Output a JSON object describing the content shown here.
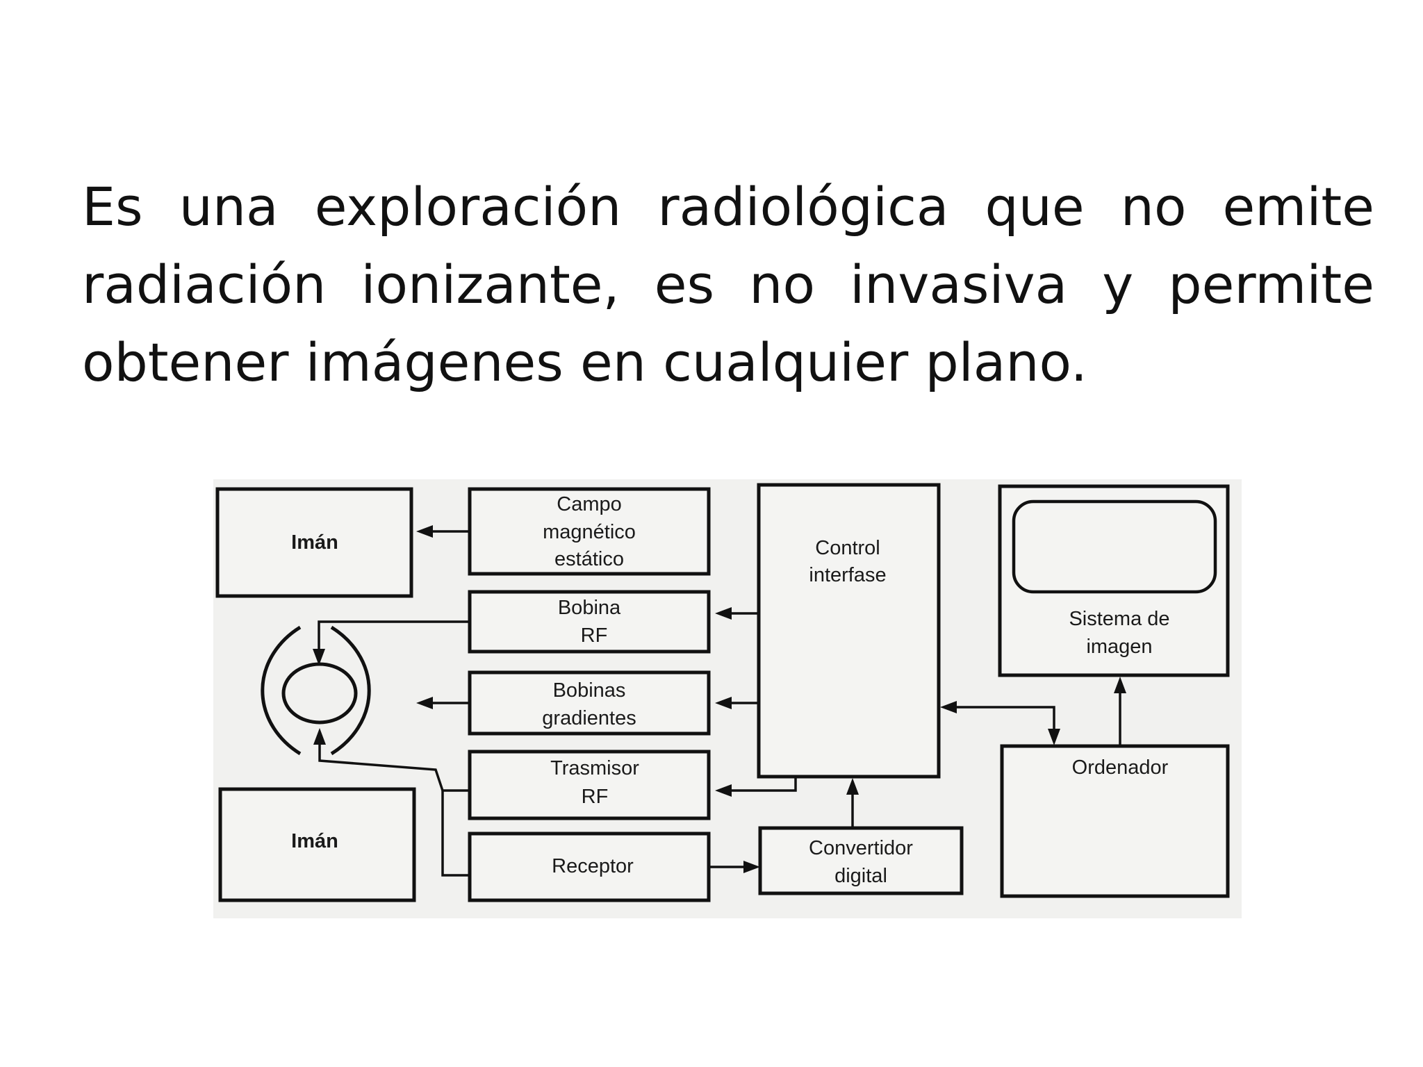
{
  "slide": {
    "paragraph": "Es una exploración radiológica que no emite radiación ionizante, es no invasiva y permite obtener imágenes en cualquier plano."
  },
  "diagram": {
    "iman_top": "Imán",
    "iman_bottom": "Imán",
    "campo": [
      "Campo",
      "magnético",
      "estático"
    ],
    "bobina_rf": [
      "Bobina",
      "RF"
    ],
    "bobinas_grad": [
      "Bobinas",
      "gradientes"
    ],
    "trasmisor": [
      "Trasmisor",
      "RF"
    ],
    "receptor": "Receptor",
    "control": [
      "Control",
      "interfase"
    ],
    "convertidor": [
      "Convertidor",
      "digital"
    ],
    "sistema": [
      "Sistema de",
      "imagen"
    ],
    "ordenador": "Ordenador"
  }
}
